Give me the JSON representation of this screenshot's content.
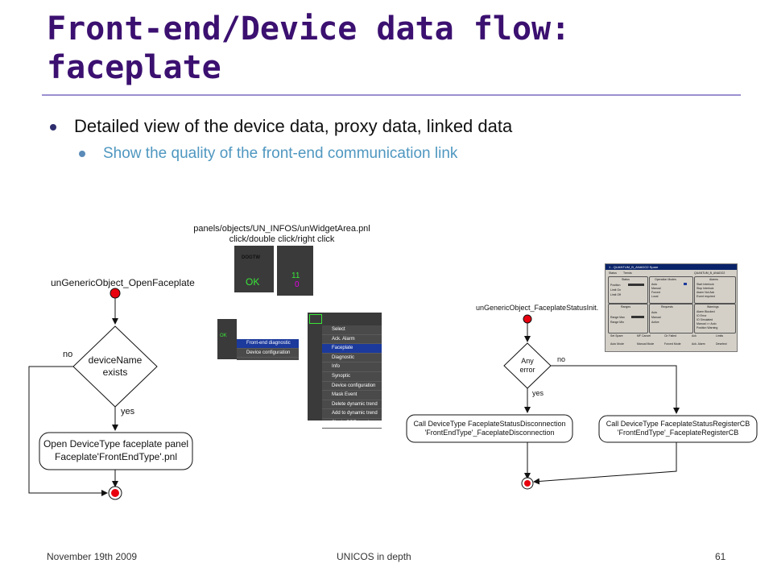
{
  "slide": {
    "title_line1": "Front-end/Device data flow:",
    "title_line2": "faceplate",
    "bullet1": "Detailed view of the device data, proxy data, linked data",
    "bullet2": "Show the quality of the front-end communication link"
  },
  "left_flow": {
    "entry_label": "unGenericObject_OpenFaceplate",
    "decision_line1": "deviceName",
    "decision_line2": "exists",
    "no_label": "no",
    "yes_label": "yes",
    "action_line1": "Open DeviceType faceplate panel",
    "action_line2": "Faceplate'FrontEndType'.pnl"
  },
  "widget_area": {
    "path": "panels/objects/UN_INFOS/unWidgetArea.pnl",
    "actions": "click/double click/right click",
    "status_ok": "OK",
    "counter_top": "11",
    "counter_bottom": "0",
    "device_label": "DOGTW",
    "mini_ok": "OK"
  },
  "small_menu": [
    "Front-end diagnostic",
    "Device configuration"
  ],
  "context_menu": {
    "items": [
      "Select",
      "Ack. Alarm",
      "Faceplate",
      "Diagnostic",
      "Info",
      "Synoptic",
      "Device configuration",
      "Mask Event",
      "Delete dynamic trend",
      "Add to dynamic trend",
      "Single DPE trend"
    ],
    "selected": "Faceplate"
  },
  "right_flow": {
    "entry_label": "unGenericObject_FaceplateStatusInit.",
    "decision_line1": "Any",
    "decision_line2": "error",
    "no_label": "no",
    "yes_label": "yes",
    "left_action_line1": "Call DeviceType  FaceplateStatusDisconnection",
    "left_action_line2": "'FrontEndType'_FaceplateDisconnection",
    "right_action_line1": "Call DeviceType FaceplateStatusRegisterCB",
    "right_action_line2": "'FrontEndType'_FaceplateRegisterCB"
  },
  "faceplate_window": {
    "title": "1 - QUANTUM_B_ANADO2 Spare",
    "tabs": [
      "Status",
      "Trends"
    ],
    "device": "QUANTUM_B_ANADO2",
    "section_status": "Status",
    "section_modes": "Operation Modes",
    "section_alarms": "Alarms",
    "status_rows": [
      "Position",
      "Limit On",
      "Limit Off"
    ],
    "mode_rows": [
      "Auto",
      "Manual",
      "Forced",
      "Local"
    ],
    "alarm_rows": [
      "Start Interlock",
      "Stop Interlock",
      "Alarm Not Ack",
      "Event required"
    ],
    "section_ranges": "Ranges",
    "section_requests": "Requests",
    "section_warnings": "Warnings",
    "range_rows": [
      "Range Max",
      "Range Min"
    ],
    "request_rows": [
      "Auto",
      "Manual",
      "Active"
    ],
    "warning_rows": [
      "Alarm Blocked",
      "IO Error",
      "IO Simulated",
      "Manual >> Auto",
      "Position Warning"
    ],
    "buttons_row1": [
      "Set Spare",
      "MF Cancel",
      "Clr Failed",
      "Ack",
      "Limits"
    ],
    "buttons_row2": [
      "Auto Mode",
      "Manual Mode",
      "Forced Mode",
      "Ack. Alarm",
      "Deselect"
    ]
  },
  "footer": {
    "date": "November 19th 2009",
    "center": "UNICOS in depth",
    "page": "61"
  },
  "colors": {
    "title": "#3b1070",
    "subbullet": "#4f97c0",
    "rule": "#9b8fd0",
    "node_red": "#e8000e",
    "panel_green": "#39e639",
    "counter_magenta": "#e600e6"
  }
}
